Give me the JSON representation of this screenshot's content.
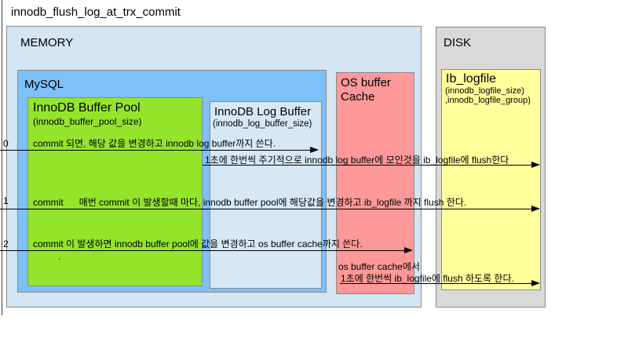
{
  "title": "innodb_flush_log_at_trx_commit",
  "memory": {
    "label": "MEMORY"
  },
  "mysql": {
    "label": "MySQL"
  },
  "buffer_pool": {
    "title": "InnoDB Buffer Pool",
    "param": "(innodb_buffer_pool_size)"
  },
  "log_buffer": {
    "title": "InnoDB Log Buffer",
    "param": "(innodb_log_buffer_size)"
  },
  "os_buffer": {
    "label": "OS buffer Cache"
  },
  "disk": {
    "label": "DISK"
  },
  "ib_logfile": {
    "title": "Ib_logfile",
    "param1": "(innodb_logfile_size)",
    "param2": ",innodb_logfile_group)"
  },
  "modes": [
    {
      "value": "0",
      "text": "commit 되면, 해당 값을 변경하고 innodb log buffer까지 쓴다."
    },
    {
      "value": "1",
      "text": "commit      매번 commit 이 발생할때 마다, innodb buffer pool에 해당값을 변경하고 ib_logfile 까지 flush 한다."
    },
    {
      "value": "2",
      "text": "commit 이 발생하면 innodb buffer pool에 값을 변경하고 os buffer cache까지 쓴다."
    }
  ],
  "notes": {
    "periodic_flush": "1초에 한번씩 주기적으로 innodb log buffer에 모인것을 ib_logfile에 flush한다",
    "os_cache_line1": "os buffer cache에서",
    "os_cache_line2": "1초에 한번씩 ib_logfile에 flush 하도록 한다.",
    "stray_dot": "."
  },
  "colors": {
    "memory_fill": "#d4e5f3",
    "mysql_fill": "#7ec0f8",
    "buffer_pool_fill": "#94e42c",
    "log_buffer_fill": "#d6e8f6",
    "os_buffer_fill": "#ff9898",
    "disk_fill": "#d9d9d9",
    "ib_logfile_fill": "#ffff9b",
    "arrow": "#000000"
  }
}
